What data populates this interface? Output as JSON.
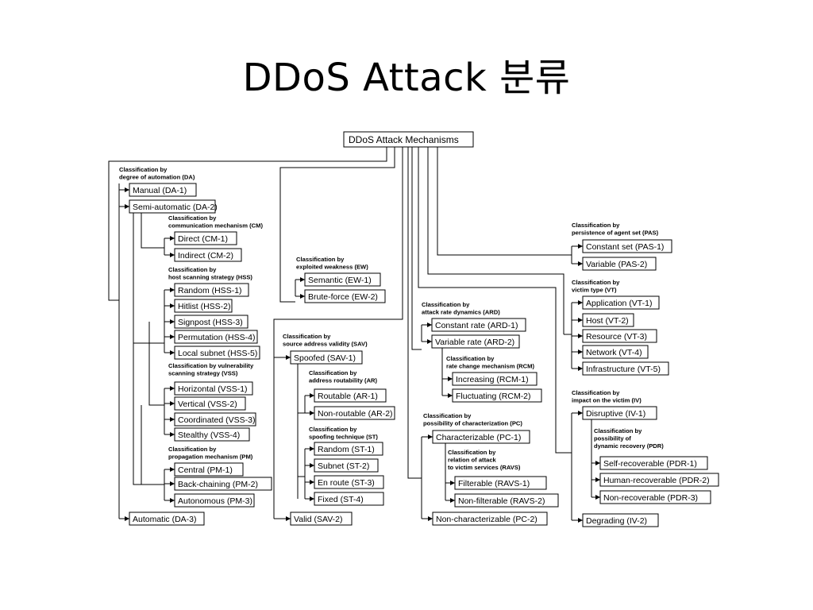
{
  "title": "DDoS Attack 분류",
  "root": "DDoS Attack Mechanisms",
  "labels": {
    "da": [
      "Classification by",
      "degree of automation (DA)"
    ],
    "cm": [
      "Classification by",
      "communication mechanism (CM)"
    ],
    "hss": [
      "Classification by",
      "host scanning strategy (HSS)"
    ],
    "vss": [
      "Classification by vulnerability",
      "scanning strategy (VSS)"
    ],
    "pm": [
      "Classification by",
      "propagation mechanism (PM)"
    ],
    "ew": [
      "Classification by",
      "exploited weakness (EW)"
    ],
    "sav": [
      "Classification by",
      "source address validity (SAV)"
    ],
    "ar": [
      "Classification by",
      "address routability (AR)"
    ],
    "st": [
      "Classification by",
      "spoofing technique (ST)"
    ],
    "ard": [
      "Classification by",
      "attack rate dynamics (ARD)"
    ],
    "rcm": [
      "Classification by",
      "rate change mechanism (RCM)"
    ],
    "pc": [
      "Classification by",
      "possibility of characterization (PC)"
    ],
    "ravs": [
      "Classification by",
      "relation of attack",
      "to victim services (RAVS)"
    ],
    "pas": [
      "Classification by",
      "persistence of agent set (PAS)"
    ],
    "vt": [
      "Classification by",
      "victim type (VT)"
    ],
    "iv": [
      "Classification by",
      "impact on the victim (IV)"
    ],
    "pdr": [
      "Classification by",
      "possibility of",
      "dynamic recovery (PDR)"
    ]
  },
  "nodes": {
    "da1": "Manual (DA-1)",
    "da2": "Semi-automatic (DA-2)",
    "cm1": "Direct (CM-1)",
    "cm2": "Indirect (CM-2)",
    "hss1": "Random (HSS-1)",
    "hss2": "Hitlist (HSS-2)",
    "hss3": "Signpost (HSS-3)",
    "hss4": "Permutation (HSS-4)",
    "hss5": "Local subnet (HSS-5)",
    "vss1": "Horizontal (VSS-1)",
    "vss2": "Vertical (VSS-2)",
    "vss3": "Coordinated (VSS-3)",
    "vss4": "Stealthy (VSS-4)",
    "pm1": "Central (PM-1)",
    "pm2": "Back-chaining (PM-2)",
    "pm3": "Autonomous (PM-3)",
    "da3": "Automatic (DA-3)",
    "ew1": "Semantic (EW-1)",
    "ew2": "Brute-force (EW-2)",
    "sav1": "Spoofed (SAV-1)",
    "ar1": "Routable (AR-1)",
    "ar2": "Non-routable (AR-2)",
    "st1": "Random (ST-1)",
    "st2": "Subnet (ST-2)",
    "st3": "En route (ST-3)",
    "st4": "Fixed (ST-4)",
    "sav2": "Valid (SAV-2)",
    "ard1": "Constant rate (ARD-1)",
    "ard2": "Variable rate (ARD-2)",
    "rcm1": "Increasing (RCM-1)",
    "rcm2": "Fluctuating (RCM-2)",
    "pc1": "Characterizable (PC-1)",
    "ravs1": "Filterable (RAVS-1)",
    "ravs2": "Non-filterable (RAVS-2)",
    "pc2": "Non-characterizable (PC-2)",
    "pas1": "Constant set (PAS-1)",
    "pas2": "Variable (PAS-2)",
    "vt1": "Application (VT-1)",
    "vt2": "Host (VT-2)",
    "vt3": "Resource (VT-3)",
    "vt4": "Network (VT-4)",
    "vt5": "Infrastructure (VT-5)",
    "iv1": "Disruptive (IV-1)",
    "pdr1": "Self-recoverable (PDR-1)",
    "pdr2": "Human-recoverable (PDR-2)",
    "pdr3": "Non-recoverable (PDR-3)",
    "iv2": "Degrading (IV-2)"
  }
}
